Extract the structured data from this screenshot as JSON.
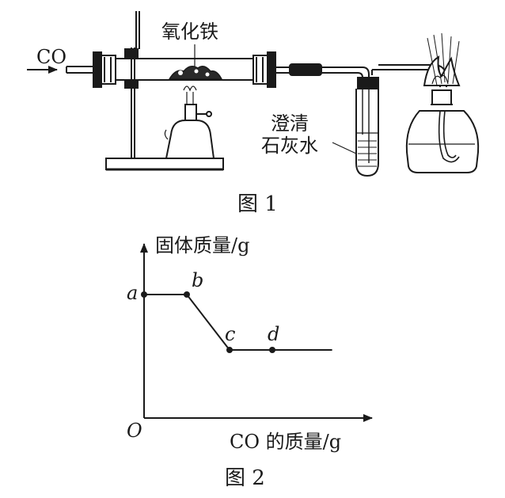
{
  "figure1": {
    "caption": "图 1",
    "labels": {
      "gas_in": "CO",
      "reagent": "氧化铁",
      "limewater_line1": "澄清",
      "limewater_line2": "石灰水"
    }
  },
  "figure2": {
    "caption": "图 2",
    "y_axis_label": "固体质量/g",
    "x_axis_label": "CO 的质量/g",
    "origin_label": "O",
    "points": [
      "a",
      "b",
      "c",
      "d"
    ]
  },
  "chart_data": {
    "type": "line",
    "title": "",
    "xlabel": "CO 的质量/g",
    "ylabel": "固体质量/g",
    "x_ticks_shown": false,
    "y_ticks_shown": false,
    "series": [
      {
        "values_description_only": "",
        "points": [
          {
            "label": "a",
            "x": 0,
            "y": 1
          },
          {
            "label": "b",
            "x": 1,
            "y": 1
          },
          {
            "label": "c",
            "x": 2,
            "y": 0.5
          },
          {
            "label": "d",
            "x": 3,
            "y": 0.5
          }
        ],
        "extends_to_x": 4.4
      }
    ]
  }
}
